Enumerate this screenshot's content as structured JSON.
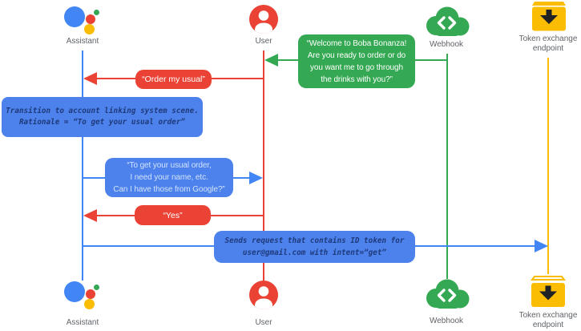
{
  "colors": {
    "blue_line": "#4285f4",
    "blue_box": "#4d82ec",
    "red": "#ea4335",
    "green": "#34a853",
    "yellow": "#fbbc04",
    "label_gray": "#5f6368",
    "note_text_navy": "#1e3a7b",
    "light_blue_text": "#d2e3fc"
  },
  "actors": {
    "assistant": {
      "label": "Assistant"
    },
    "user": {
      "label": "User"
    },
    "webhook": {
      "label": "Webhook"
    },
    "token_endpoint": {
      "label": "Token exchange\nendpoint"
    }
  },
  "messages": {
    "welcome": {
      "from": "webhook",
      "to": "user",
      "text": "“Welcome to Boba Bonanza!\nAre you ready to order or do\nyou want me to go through\nthe drinks with you?”"
    },
    "order_my_usual": {
      "from": "user",
      "to": "assistant",
      "text": "“Order my usual”"
    },
    "transition_note": {
      "actor": "assistant",
      "text": "Transition to account linking system scene.\nRationale = “To get your usual order”"
    },
    "ask_for_info": {
      "from": "assistant",
      "to": "user",
      "text": "“To get your usual order,\nI need your name, etc.\nCan I have those from Google?”"
    },
    "yes": {
      "from": "user",
      "to": "assistant",
      "text": "“Yes”"
    },
    "sends_request": {
      "from": "assistant",
      "to": "token_endpoint",
      "text": "Sends request that contains ID token for\nuser@gmail.com with intent=“get”"
    }
  }
}
